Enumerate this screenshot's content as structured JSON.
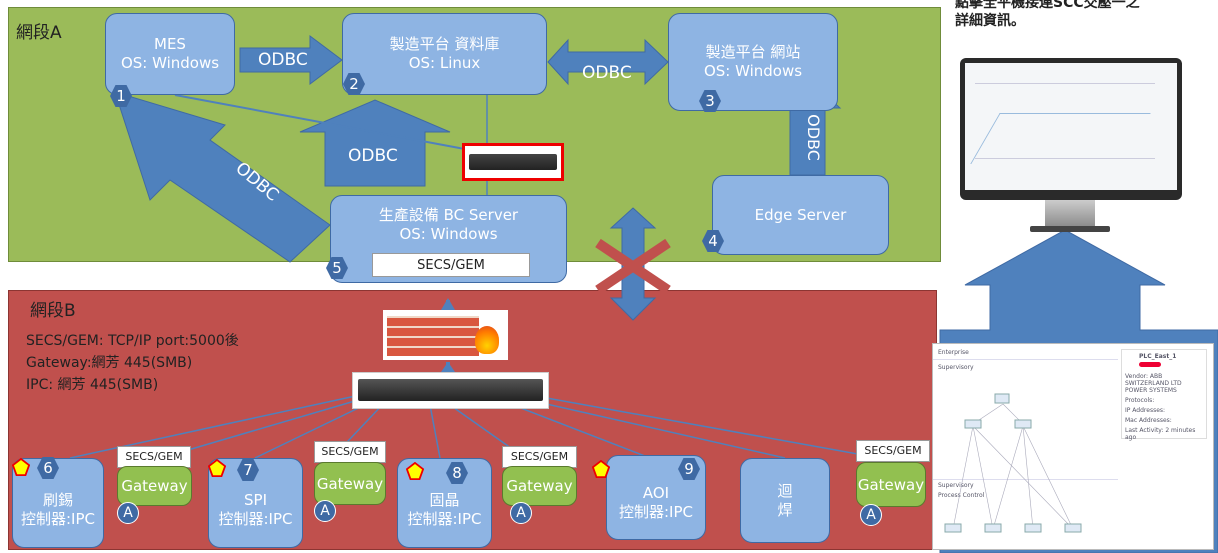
{
  "header_right": {
    "line1": "點擊全平機接連SCC交壓一之",
    "line2": "詳細資訊。"
  },
  "segment_a": {
    "label": "網段A",
    "color": "#9bbb59"
  },
  "segment_b": {
    "label": "網段B",
    "color": "#c0504d"
  },
  "nodes": {
    "mes": {
      "line1": "MES",
      "line2": "OS: Windows",
      "num": "1"
    },
    "db": {
      "line1": "製造平台 資料庫",
      "line2": "OS: Linux",
      "num": "2"
    },
    "web": {
      "line1": "製造平台 網站",
      "line2": "OS: Windows",
      "num": "3"
    },
    "edge": {
      "line1": "Edge Server",
      "num": "4"
    },
    "bc": {
      "line1": "生產設備 BC Server",
      "line2": "OS: Windows",
      "tag": "SECS/GEM",
      "num": "5"
    }
  },
  "arrows": {
    "odbc1": "ODBC",
    "odbc2": "ODBC",
    "odbc3": "ODBC",
    "odbc4": "ODBC",
    "odbc5": "ODBC"
  },
  "segment_b_notes": {
    "line1": "SECS/GEM: TCP/IP port:5000後",
    "line2": "Gateway:網芳 445(SMB)",
    "line3": "IPC: 網芳 445(SMB)"
  },
  "ipcs": [
    {
      "line1": "刷錫",
      "line2": "控制器:IPC",
      "num": "6"
    },
    {
      "line1": "SPI",
      "line2": "控制器:IPC",
      "num": "7"
    },
    {
      "line1": "固晶",
      "line2": "控制器:IPC",
      "num": "8"
    },
    {
      "line1": "AOI",
      "line2": "控制器:IPC",
      "num": "9"
    },
    {
      "line1": "迴",
      "line2": "焊",
      "num": ""
    }
  ],
  "gateways": [
    {
      "label": "Gateway",
      "tag": "SECS/GEM",
      "badge": "A"
    },
    {
      "label": "Gateway",
      "tag": "SECS/GEM",
      "badge": "A"
    },
    {
      "label": "Gateway",
      "tag": "SECS/GEM",
      "badge": "A"
    },
    {
      "label": "Gateway",
      "tag": "SECS/GEM",
      "badge": "A"
    }
  ],
  "monitor_panel": {
    "enterprise": "Enterprise",
    "supervisory": "Supervisory",
    "supervisory2": "Supervisory",
    "process_control": "Process Control",
    "plc_title": "PLC_East_1",
    "vendor": "Vendor: ABB SWITZERLAND LTD POWER SYSTEMS",
    "protocols": "Protocols:",
    "ip": "IP Addresses:",
    "mac": "Mac Addresses:",
    "last_activity": "Last Activity: 2 minutes ago"
  },
  "colors": {
    "box_blue": "#8eb4e3",
    "arrow_blue": "#4f81bd",
    "dark_blue": "#3f6aa4",
    "gateway_green": "#92c050"
  }
}
